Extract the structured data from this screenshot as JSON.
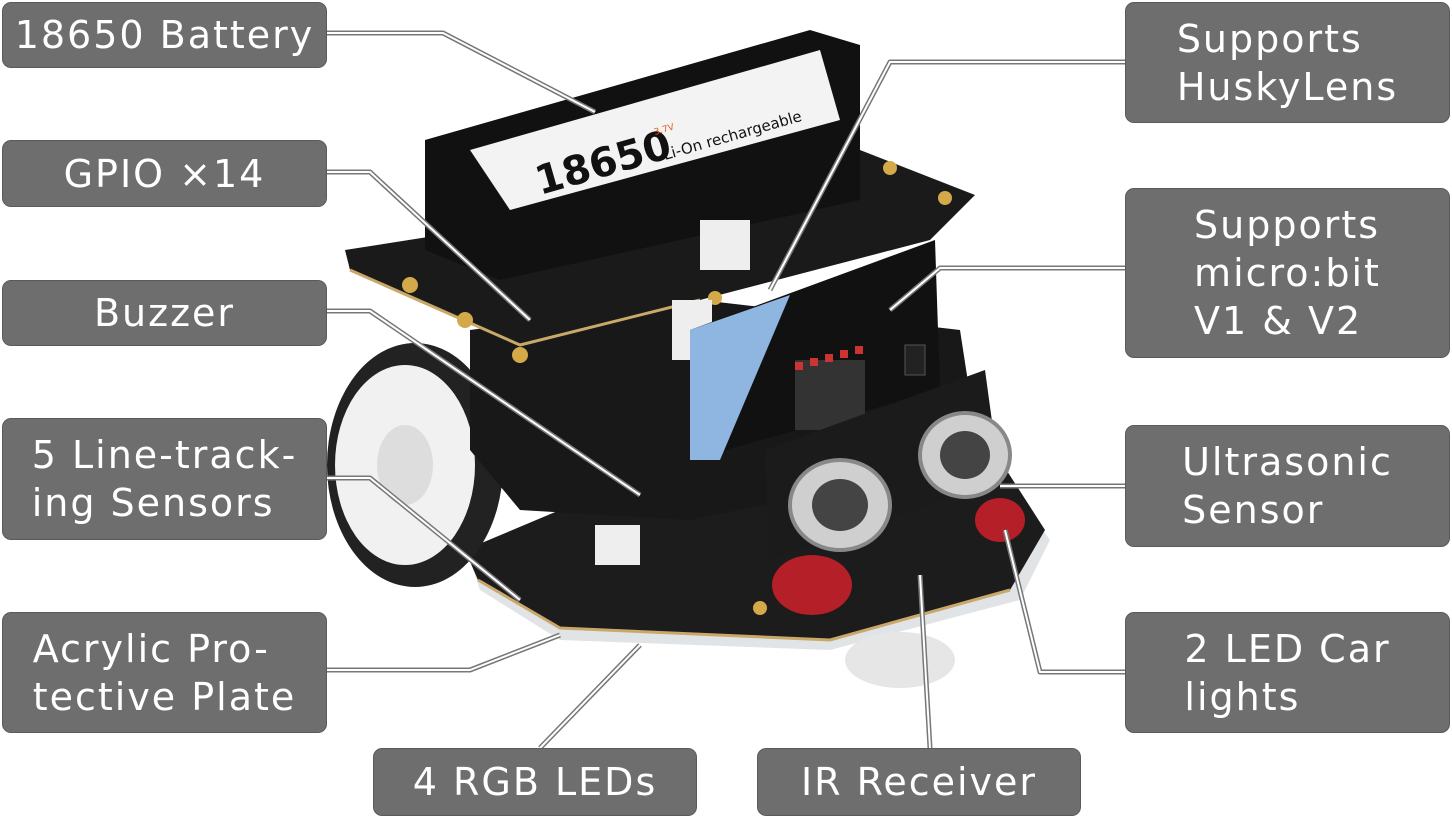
{
  "labels": {
    "battery": "18650 Battery",
    "gpio": "GPIO ×14",
    "buzzer": "Buzzer",
    "line_tracking": "5 Line-track-\ning Sensors",
    "acrylic": "Acrylic Pro-\ntective Plate",
    "rgb_leds": "4 RGB LEDs",
    "ir_receiver": "IR Receiver",
    "huskylens": "Supports\nHuskyLens",
    "microbit": "Supports\nmicro:bit\nV1 & V2",
    "ultrasonic": "Ultrasonic\nSensor",
    "car_lights": "2 LED Car\nlights"
  },
  "product_print": {
    "battery_model": "18650",
    "battery_text": "Li-On rechargeable",
    "battery_voltage": "3.7V"
  },
  "colors": {
    "label_bg": "#6e6e6e",
    "label_text": "#ffffff",
    "board": "#1c1c1c",
    "accent_blue": "#8fb6e0"
  }
}
